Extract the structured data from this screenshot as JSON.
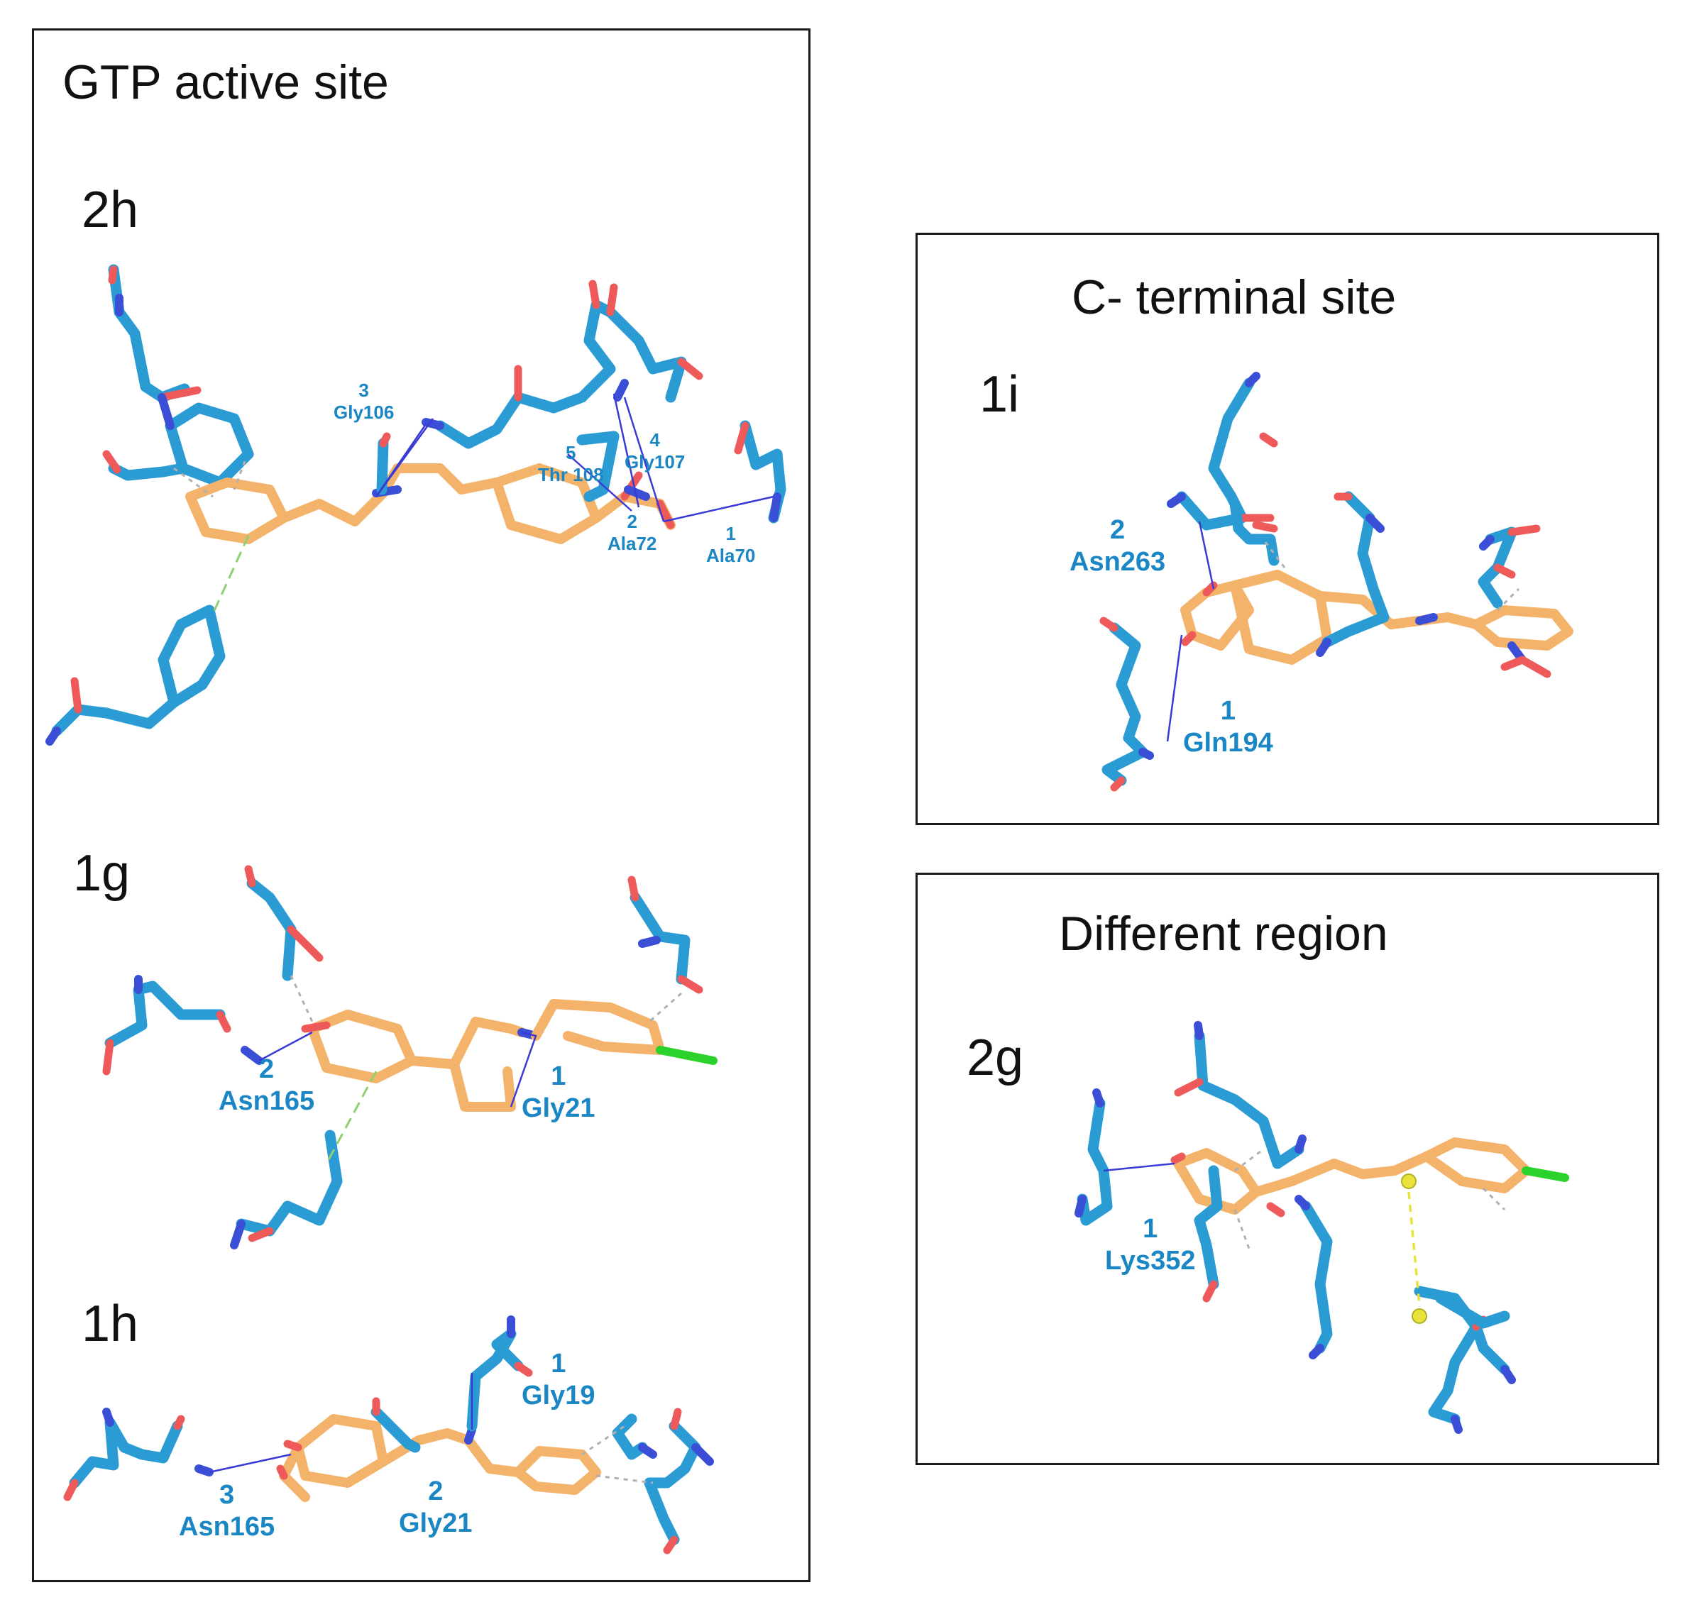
{
  "panels": {
    "gtp": {
      "title": "GTP active site",
      "complexes": {
        "c2h": {
          "name": "2h",
          "residues": [
            {
              "num": "3",
              "res": "Gly106"
            },
            {
              "num": "5",
              "res": "Thr 108"
            },
            {
              "num": "4",
              "res": "Gly107"
            },
            {
              "num": "2",
              "res": "Ala72"
            },
            {
              "num": "1",
              "res": "Ala70"
            }
          ]
        },
        "c1g": {
          "name": "1g",
          "residues": [
            {
              "num": "2",
              "res": "Asn165"
            },
            {
              "num": "1",
              "res": "Gly21"
            }
          ]
        },
        "c1h": {
          "name": "1h",
          "residues": [
            {
              "num": "1",
              "res": "Gly19"
            },
            {
              "num": "3",
              "res": "Asn165"
            },
            {
              "num": "2",
              "res": "Gly21"
            }
          ]
        }
      }
    },
    "cterm": {
      "title": "C- terminal site",
      "complex": {
        "name": "1i",
        "residues": [
          {
            "num": "2",
            "res": "Asn263"
          },
          {
            "num": "1",
            "res": "Gln194"
          }
        ]
      }
    },
    "diff": {
      "title": "Different region",
      "complex": {
        "name": "2g",
        "residues": [
          {
            "num": "1",
            "res": "Lys352"
          }
        ]
      }
    }
  },
  "colors": {
    "protein": "#2b9bd3",
    "ligand": "#f4b36b",
    "oxygen": "#ee5a5a",
    "nitrogen": "#3a4fd6",
    "chlorine": "#2bd22b",
    "sulfur": "#e8e23a",
    "hbond": "#3a3ad6",
    "pi_stack": "#8fd06f",
    "contact": "#b0b0b0",
    "label": "#1a86c4"
  }
}
